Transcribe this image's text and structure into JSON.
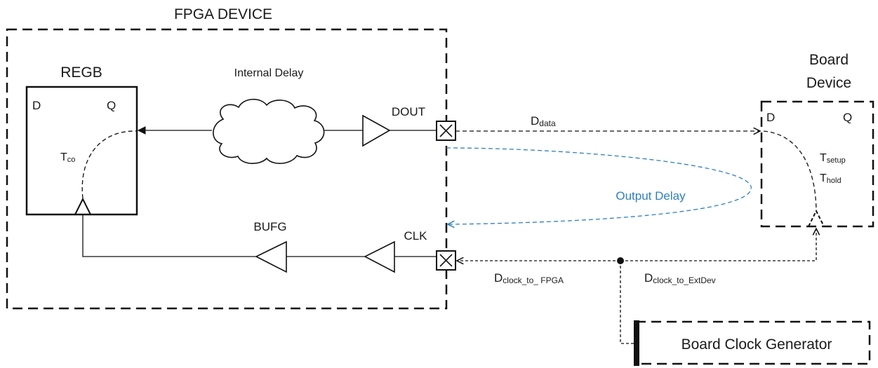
{
  "fpga_device": {
    "title": "FPGA DEVICE"
  },
  "regb": {
    "title": "REGB",
    "d_pin": "D",
    "q_pin": "Q",
    "tco_main": "T",
    "tco_sub": "co"
  },
  "internal_delay": {
    "label": "Internal Delay"
  },
  "dout": {
    "label": "DOUT"
  },
  "clk": {
    "label": "CLK"
  },
  "bufg": {
    "label": "BUFG"
  },
  "board_device": {
    "title_line1": "Board",
    "title_line2": "Device",
    "d_pin": "D",
    "q_pin": "Q",
    "tsetup_main": "T",
    "tsetup_sub": "setup",
    "thold_main": "T",
    "thold_sub": "hold"
  },
  "ddata": {
    "main": "D",
    "sub": "data"
  },
  "output_delay": {
    "label": "Output Delay",
    "color": "#2e7fc1"
  },
  "dclock_fpga": {
    "main": "D",
    "sub": "clock_to_ FPGA"
  },
  "dclock_extdev": {
    "main": "D",
    "sub": "clock_to_ExtDev"
  },
  "clock_generator": {
    "label": "Board Clock Generator"
  }
}
